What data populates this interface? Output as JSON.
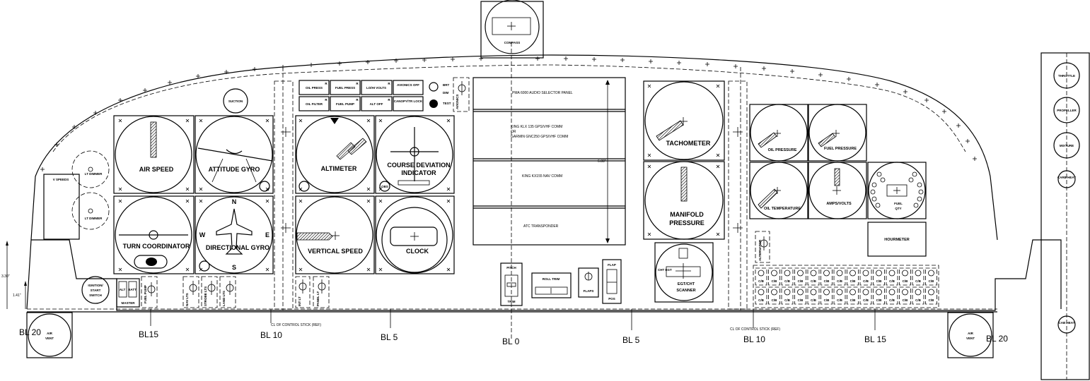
{
  "compass": "COMPASS",
  "suction": "SUCTION",
  "air_speed": "AIR SPEED",
  "attitude_gyro": "ATTITUDE GYRO",
  "turn_coordinator": "TURN COORDINATOR",
  "directional_gyro": "DIRECTIONAL GYRO",
  "dg_marks": {
    "n": "N",
    "s": "S",
    "e": "E",
    "w": "W"
  },
  "lt_dimmer": "LT DIMMER",
  "v_speeds": "V SPEEDS",
  "ignition": [
    "IGNITION/",
    "START",
    "SWITCH"
  ],
  "alt_batt": {
    "alt": "ALT",
    "batt": "BATT",
    "master": "MASTER"
  },
  "fuel_pump_sw": "FUEL PUMP",
  "nav_lts": "NAV LTS",
  "strobe_lts": "STROBE LTS",
  "land_lts": "LAND LTS",
  "annunciators": [
    "OIL PRESS",
    "FUEL PRESS",
    "LO/HI VOLTS",
    "AVIONICS OFF",
    "OIL FILTER",
    "FUEL PUMP",
    "ALT OFF",
    "CANOPY/TR LOCK"
  ],
  "annunciator_r": "R",
  "annunciator_dim": [
    "BRT",
    "DIM",
    "TEST"
  ],
  "avionics_sw": "AVIONICS",
  "altimeter": "ALTIMETER",
  "cdi": [
    "COURSE DEVIATION",
    "INDICATOR"
  ],
  "obs": "OBS",
  "vertical_speed": "VERTICAL SPEED",
  "clock": "CLOCK",
  "int_lt": "INT LT",
  "panel_lt": "PANEL LT",
  "stack": {
    "audio": "PMA 6000 AUDIO SELECTOR PANEL",
    "gps": [
      "KING KLX 135 GPS/VHF COMM",
      "OR",
      "GARMIN GNC250 GPS/VHF COMM"
    ],
    "nav": "KING KX155 NAV COMM",
    "xpdr": "ATC TRANSPONDER",
    "height": "6.88\""
  },
  "pitch_trim": {
    "top": "PITCH",
    "bottom": "TRIM"
  },
  "roll_trim": "ROLL TRIM",
  "flaps": "FLAPS",
  "flap_pos": {
    "top": "FLAP",
    "bottom": "POS"
  },
  "tachometer": "TACHOMETER",
  "manifold": [
    "MANIFOLD",
    "PRESSURE"
  ],
  "egt": [
    "EGT/CHT",
    "SCANNER"
  ],
  "egt_sw": "CHT EGT",
  "oil_pressure": "OIL PRESSURE",
  "fuel_pressure": "FUEL PRESSURE",
  "oil_temp": "OIL TEMPERATURE",
  "amps_volts": "AMPS/VOLTS",
  "fuel_qty": [
    "FUEL",
    "QTY"
  ],
  "hourmeter": "HOURMETER",
  "alternator": "ALTERNATOR",
  "cb_label": "C/B",
  "cl_stick": "CL OF CONTROL STICK (REF)",
  "air_vent": [
    "AIR",
    "VENT"
  ],
  "stations": {
    "bl20": "BL 20",
    "bl15": "BL15",
    "bl10": "BL 10",
    "bl5": "BL 5",
    "bl0": "BL 0",
    "bl15r": "BL 15"
  },
  "dims": {
    "a": "3.30\"",
    "b": "1.41\""
  },
  "quadrant": [
    "THROTTLE",
    "PROPELLER",
    "MIXTURE",
    "CARB HEAT",
    "CAB HEAT"
  ]
}
